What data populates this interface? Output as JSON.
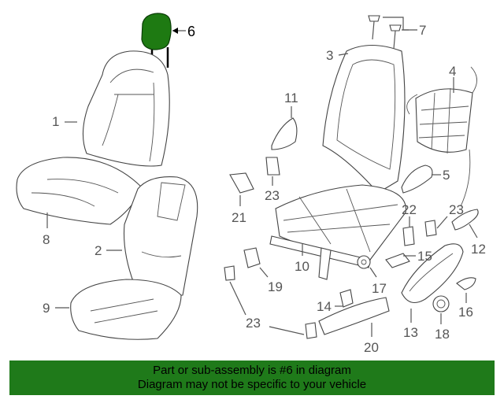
{
  "highlight_color": "#1e7a12",
  "banner_color": "#1f7a1a",
  "callouts": [
    {
      "id": "c1",
      "label": "1"
    },
    {
      "id": "c2",
      "label": "2"
    },
    {
      "id": "c3",
      "label": "3"
    },
    {
      "id": "c4",
      "label": "4"
    },
    {
      "id": "c5",
      "label": "5"
    },
    {
      "id": "c6",
      "label": "6"
    },
    {
      "id": "c7",
      "label": "7"
    },
    {
      "id": "c8",
      "label": "8"
    },
    {
      "id": "c9",
      "label": "9"
    },
    {
      "id": "c10",
      "label": "10"
    },
    {
      "id": "c11",
      "label": "11"
    },
    {
      "id": "c12",
      "label": "12"
    },
    {
      "id": "c13",
      "label": "13"
    },
    {
      "id": "c14",
      "label": "14"
    },
    {
      "id": "c15",
      "label": "15"
    },
    {
      "id": "c16",
      "label": "16"
    },
    {
      "id": "c17",
      "label": "17"
    },
    {
      "id": "c18",
      "label": "18"
    },
    {
      "id": "c19",
      "label": "19"
    },
    {
      "id": "c20",
      "label": "20"
    },
    {
      "id": "c21",
      "label": "21"
    },
    {
      "id": "c22",
      "label": "22"
    },
    {
      "id": "c23a",
      "label": "23"
    },
    {
      "id": "c23b",
      "label": "23"
    },
    {
      "id": "c23c",
      "label": "23"
    }
  ],
  "banner": {
    "line1": "Part or sub-assembly is #6 in diagram",
    "line2": "Diagram may not be specific to your vehicle"
  }
}
